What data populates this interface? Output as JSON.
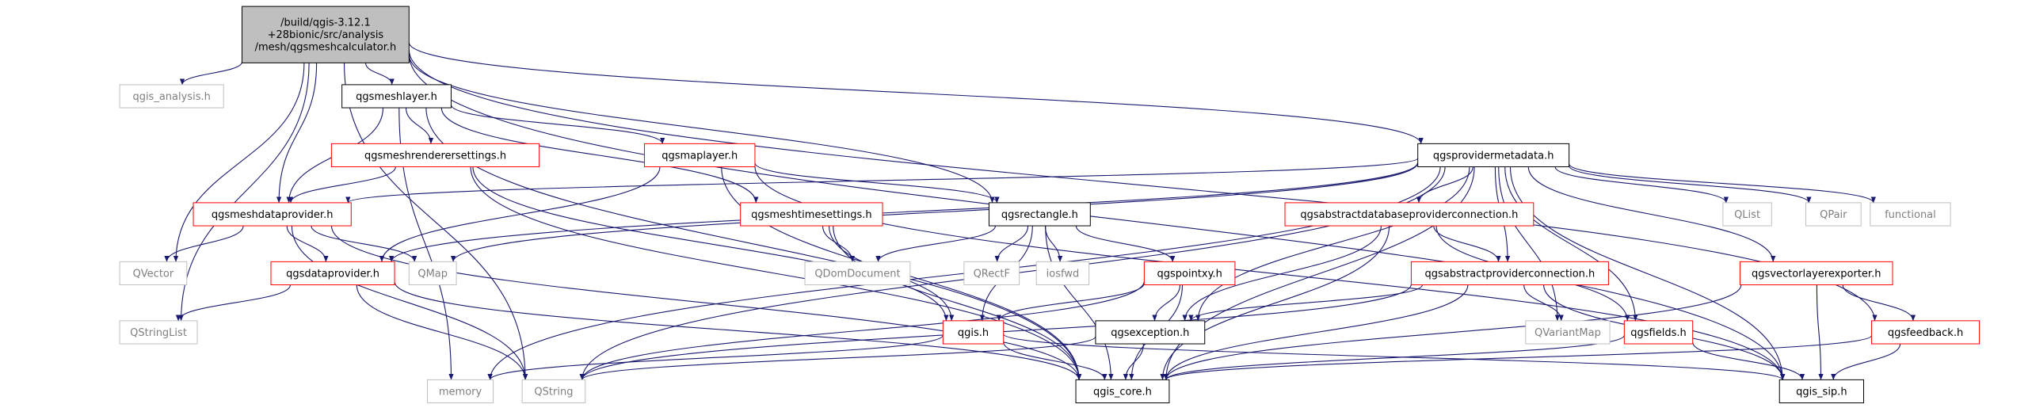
{
  "graph": {
    "colors": {
      "root_fill": "#bfbfbf",
      "normal_stroke": "#000000",
      "highlight_stroke": "#ff0000",
      "external_stroke": "#bfbfbf",
      "external_text": "#7f7f7f",
      "text": "#000000",
      "edge": "#191970"
    },
    "nodes": [
      {
        "id": "root",
        "lines": [
          "/build/qgis-3.12.1",
          "+28bionic/src/analysis",
          "/mesh/qgsmeshcalculator.h"
        ],
        "style": "root"
      },
      {
        "id": "qgis_analysis",
        "lines": [
          "qgis_analysis.h"
        ],
        "style": "external"
      },
      {
        "id": "qgsmeshlayer",
        "lines": [
          "qgsmeshlayer.h"
        ],
        "style": "normal"
      },
      {
        "id": "qgsmeshrenderersettings",
        "lines": [
          "qgsmeshrenderersettings.h"
        ],
        "style": "highlight"
      },
      {
        "id": "qgsmaplayer",
        "lines": [
          "qgsmaplayer.h"
        ],
        "style": "highlight"
      },
      {
        "id": "qgsmeshtimesettings",
        "lines": [
          "qgsmeshtimesettings.h"
        ],
        "style": "highlight"
      },
      {
        "id": "qgsmeshdataprovider",
        "lines": [
          "qgsmeshdataprovider.h"
        ],
        "style": "highlight"
      },
      {
        "id": "qgsrectangle",
        "lines": [
          "qgsrectangle.h"
        ],
        "style": "normal"
      },
      {
        "id": "qgsprovidermetadata",
        "lines": [
          "qgsprovidermetadata.h"
        ],
        "style": "normal"
      },
      {
        "id": "qgsabstractdatabaseproviderconnection",
        "lines": [
          "qgsabstractdatabaseproviderconnection.h"
        ],
        "style": "highlight"
      },
      {
        "id": "qgsabstractproviderconnection",
        "lines": [
          "qgsabstractproviderconnection.h"
        ],
        "style": "highlight"
      },
      {
        "id": "qgsvectorlayerexporter",
        "lines": [
          "qgsvectorlayerexporter.h"
        ],
        "style": "highlight"
      },
      {
        "id": "qgsdataprovider",
        "lines": [
          "qgsdataprovider.h"
        ],
        "style": "highlight"
      },
      {
        "id": "qgspointxy",
        "lines": [
          "qgspointxy.h"
        ],
        "style": "highlight"
      },
      {
        "id": "qgis_h",
        "lines": [
          "qgis.h"
        ],
        "style": "highlight"
      },
      {
        "id": "qgsexception",
        "lines": [
          "qgsexception.h"
        ],
        "style": "normal"
      },
      {
        "id": "qgsfields",
        "lines": [
          "qgsfields.h"
        ],
        "style": "highlight"
      },
      {
        "id": "qgsfeedback",
        "lines": [
          "qgsfeedback.h"
        ],
        "style": "highlight"
      },
      {
        "id": "qgis_core",
        "lines": [
          "qgis_core.h"
        ],
        "style": "normal"
      },
      {
        "id": "qgis_sip",
        "lines": [
          "qgis_sip.h"
        ],
        "style": "normal"
      },
      {
        "id": "qvector",
        "lines": [
          "QVector"
        ],
        "style": "external"
      },
      {
        "id": "qmap",
        "lines": [
          "QMap"
        ],
        "style": "external"
      },
      {
        "id": "qstringlist",
        "lines": [
          "QStringList"
        ],
        "style": "external"
      },
      {
        "id": "memory",
        "lines": [
          "memory"
        ],
        "style": "external"
      },
      {
        "id": "qstring",
        "lines": [
          "QString"
        ],
        "style": "external"
      },
      {
        "id": "qdomdocument",
        "lines": [
          "QDomDocument"
        ],
        "style": "external"
      },
      {
        "id": "qrectf",
        "lines": [
          "QRectF"
        ],
        "style": "external"
      },
      {
        "id": "iosfwd",
        "lines": [
          "iosfwd"
        ],
        "style": "external"
      },
      {
        "id": "qvariantmap",
        "lines": [
          "QVariantMap"
        ],
        "style": "external"
      },
      {
        "id": "qlist",
        "lines": [
          "QList"
        ],
        "style": "external"
      },
      {
        "id": "qpair",
        "lines": [
          "QPair"
        ],
        "style": "external"
      },
      {
        "id": "functional",
        "lines": [
          "functional"
        ],
        "style": "external"
      }
    ],
    "edges": [
      [
        "root",
        "qgis_analysis"
      ],
      [
        "root",
        "qgsmeshlayer"
      ],
      [
        "root",
        "qgsmeshdataprovider"
      ],
      [
        "root",
        "qvector"
      ],
      [
        "root",
        "qstringlist"
      ],
      [
        "root",
        "qgsrectangle"
      ],
      [
        "root",
        "qgsprovidermetadata"
      ],
      [
        "root",
        "qgis_sip"
      ],
      [
        "root",
        "qgsfeedback"
      ],
      [
        "root",
        "qstring"
      ],
      [
        "qgsmeshlayer",
        "qgsmeshrenderersettings"
      ],
      [
        "qgsmeshlayer",
        "qgsmaplayer"
      ],
      [
        "qgsmeshlayer",
        "qgsmeshtimesettings"
      ],
      [
        "qgsmeshlayer",
        "qgsmeshdataprovider"
      ],
      [
        "qgsmeshlayer",
        "qgis_core"
      ],
      [
        "qgsmeshlayer",
        "memory"
      ],
      [
        "qgsmeshrenderersettings",
        "qgsmeshdataprovider"
      ],
      [
        "qgsmeshrenderersettings",
        "qgis_core"
      ],
      [
        "qgsmeshrenderersettings",
        "qgis_h"
      ],
      [
        "qgsmaplayer",
        "qgsdataprovider"
      ],
      [
        "qgsmaplayer",
        "qgsrectangle"
      ],
      [
        "qgsmaplayer",
        "qgis_core"
      ],
      [
        "qgsmaplayer",
        "qgis_sip"
      ],
      [
        "qgsmeshtimesettings",
        "qdomdocument"
      ],
      [
        "qgsmeshtimesettings",
        "qgis_h"
      ],
      [
        "qgsmeshtimesettings",
        "qgis_core"
      ],
      [
        "qgsmeshdataprovider",
        "qgsdataprovider"
      ],
      [
        "qgsmeshdataprovider",
        "qvector"
      ],
      [
        "qgsmeshdataprovider",
        "qmap"
      ],
      [
        "qgsmeshdataprovider",
        "qstring"
      ],
      [
        "qgsmeshdataprovider",
        "qgis_core"
      ],
      [
        "qgsdataprovider",
        "qstringlist"
      ],
      [
        "qgsdataprovider",
        "qstring"
      ],
      [
        "qgsdataprovider",
        "qgis_core"
      ],
      [
        "qgsrectangle",
        "qdomdocument"
      ],
      [
        "qgsrectangle",
        "qrectf"
      ],
      [
        "qgsrectangle",
        "iosfwd"
      ],
      [
        "qgsrectangle",
        "qgspointxy"
      ],
      [
        "qgsrectangle",
        "qgis_h"
      ],
      [
        "qgsrectangle",
        "qgis_core"
      ],
      [
        "qgspointxy",
        "qgis_h"
      ],
      [
        "qgspointxy",
        "qgsexception"
      ],
      [
        "qgspointxy",
        "qstring"
      ],
      [
        "qgspointxy",
        "qgis_core"
      ],
      [
        "qgis_h",
        "memory"
      ],
      [
        "qgis_h",
        "qgis_core"
      ],
      [
        "qgis_h",
        "qgis_sip"
      ],
      [
        "qgsexception",
        "qstring"
      ],
      [
        "qgsexception",
        "qgis_core"
      ],
      [
        "qgsprovidermetadata",
        "qgsmeshdataprovider"
      ],
      [
        "qgsprovidermetadata",
        "qmap"
      ],
      [
        "qgsprovidermetadata",
        "qstring"
      ],
      [
        "qgsprovidermetadata",
        "memory"
      ],
      [
        "qgsprovidermetadata",
        "qgsdataprovider"
      ],
      [
        "qgsprovidermetadata",
        "qgsexception"
      ],
      [
        "qgsprovidermetadata",
        "qgsabstractdatabaseproviderconnection"
      ],
      [
        "qgsprovidermetadata",
        "qgsabstractproviderconnection"
      ],
      [
        "qgsprovidermetadata",
        "qvariantmap"
      ],
      [
        "qgsprovidermetadata",
        "qgsfields"
      ],
      [
        "qgsprovidermetadata",
        "qgsvectorlayerexporter"
      ],
      [
        "qgsprovidermetadata",
        "qlist"
      ],
      [
        "qgsprovidermetadata",
        "qpair"
      ],
      [
        "qgsprovidermetadata",
        "functional"
      ],
      [
        "qgsprovidermetadata",
        "qgis_core"
      ],
      [
        "qgsprovidermetadata",
        "qgis_sip"
      ],
      [
        "qgsabstractdatabaseproviderconnection",
        "qgsabstractproviderconnection"
      ],
      [
        "qgsabstractdatabaseproviderconnection",
        "qgsfields"
      ],
      [
        "qgsabstractdatabaseproviderconnection",
        "qgsexception"
      ],
      [
        "qgsabstractdatabaseproviderconnection",
        "qgis_core"
      ],
      [
        "qgsabstractproviderconnection",
        "qgsexception"
      ],
      [
        "qgsabstractproviderconnection",
        "qvariantmap"
      ],
      [
        "qgsabstractproviderconnection",
        "qgis_core"
      ],
      [
        "qgsabstractproviderconnection",
        "qgis_sip"
      ],
      [
        "qgsabstractproviderconnection",
        "qstring"
      ],
      [
        "qgsfields",
        "qgis_core"
      ],
      [
        "qgsfields",
        "qgis_sip"
      ],
      [
        "qgsvectorlayerexporter",
        "qgsfeedback"
      ],
      [
        "qgsvectorlayerexporter",
        "qgis_core"
      ],
      [
        "qgsvectorlayerexporter",
        "qgis_sip"
      ],
      [
        "qgsfeedback",
        "qgis_core"
      ],
      [
        "qgsfeedback",
        "qgis_sip"
      ]
    ]
  }
}
